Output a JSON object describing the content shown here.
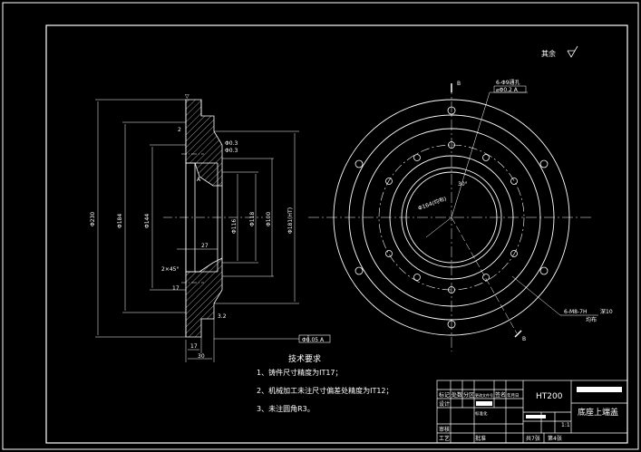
{
  "drawing": {
    "surface_roughness": "其余",
    "material": "HT200",
    "part_name": "底座上端盖",
    "scale": "1:1",
    "sheet_total": "共7张",
    "sheet_index": "第4张"
  },
  "section_view": {
    "dims": {
      "d230": "Φ230",
      "d184": "Φ184",
      "d144": "Φ144",
      "d118": "Φ118",
      "d116": "Φ116",
      "d100": "Φ100",
      "d181": "Φ181(HT)",
      "len30": "30",
      "len17a": "17",
      "len17b": "17",
      "len2": "2",
      "len27": "27",
      "chamfer": "2×45°",
      "flat": "▽",
      "r1": "Φ0.3",
      "r2": "Φ0.3",
      "r3": "3.2",
      "r4": "A",
      "datum": "Φ0.05 A"
    }
  },
  "front_view": {
    "label_b_top": "B",
    "label_b_bottom": "B",
    "hole_note_top": "6-Φ9通孔",
    "hole_note_top2": "⌀Φ0.2 A",
    "thread_note": "6-M8-7H",
    "thread_depth": "深10",
    "thread_note2": "均布",
    "angle": "30°",
    "pcd": "Φ164(均布)"
  },
  "tech_requirements": {
    "title": "技术要求",
    "items": [
      "1、铸件尺寸精度为IT17；",
      "2、机械加工未注尺寸偏差处精度为IT12；",
      "3、未注圆角R3。"
    ]
  },
  "title_block": {
    "cells": [
      "标记",
      "处数",
      "分区",
      "更改文件号",
      "签名",
      "年月日",
      "设计",
      "标准化",
      "审核",
      "工艺",
      "批准"
    ]
  }
}
